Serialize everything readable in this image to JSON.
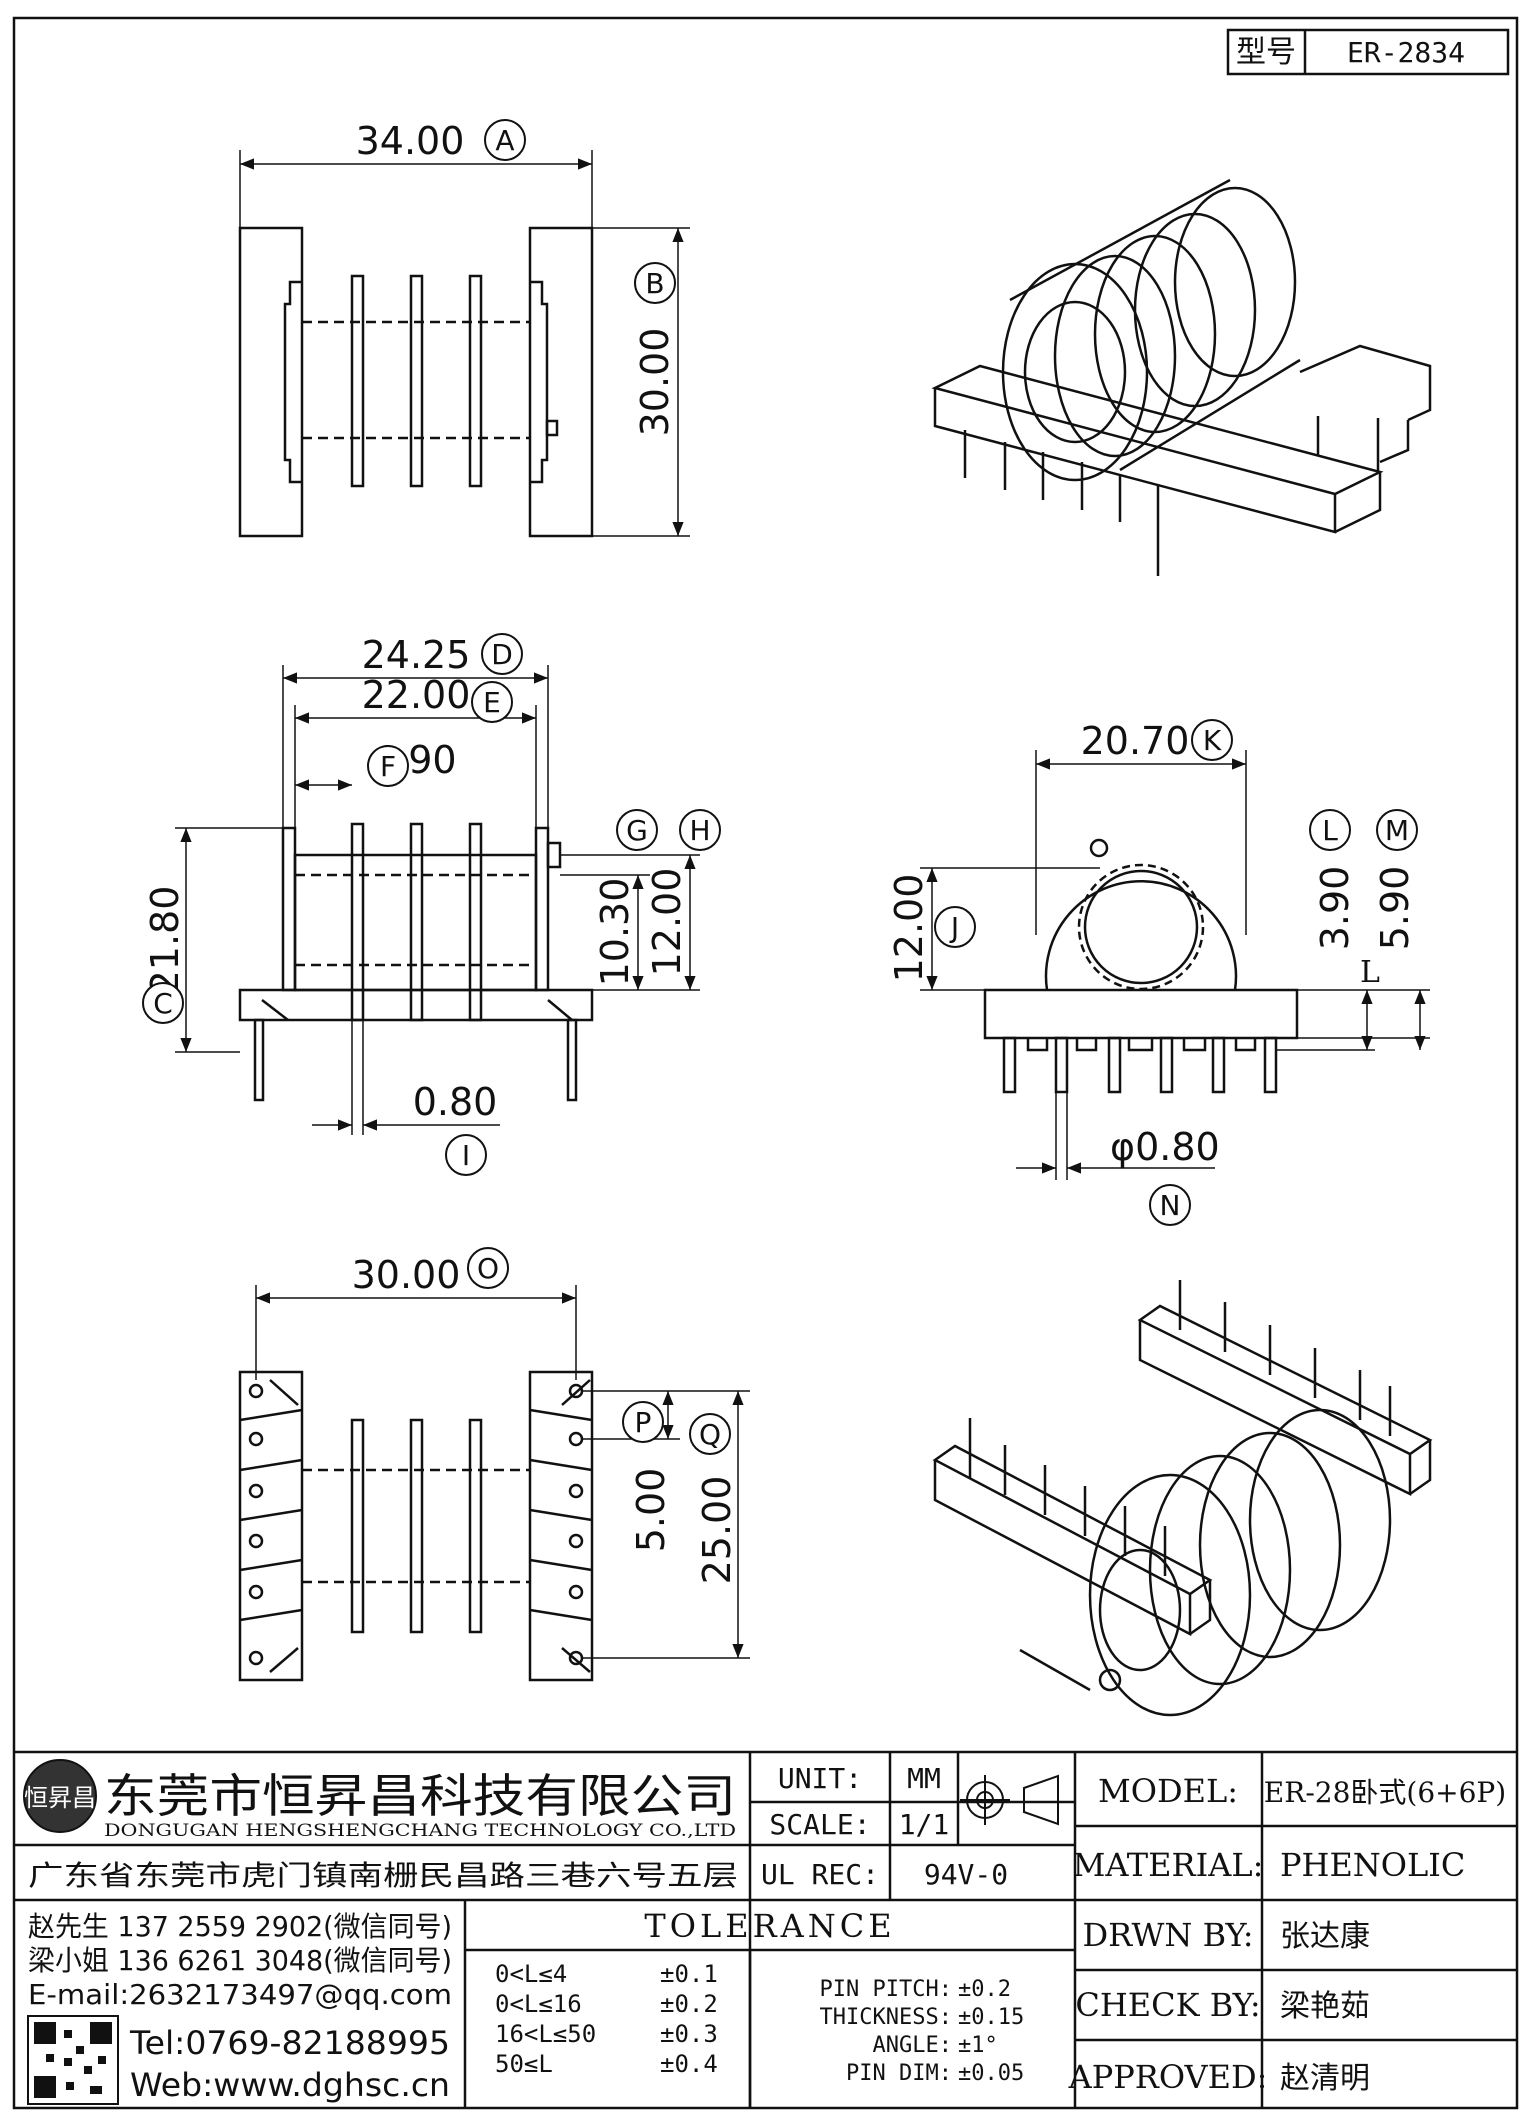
{
  "header": {
    "model_label": "型号",
    "model_value": "ER-2834"
  },
  "views": {
    "top": {
      "dims": {
        "A": "34.00",
        "B": "30.00"
      }
    },
    "front": {
      "dims": {
        "D": "24.25",
        "E": "22.00",
        "F": "4.90",
        "C": "21.80",
        "G": "10.30",
        "H": "12.00",
        "I": "0.80"
      }
    },
    "side": {
      "dims": {
        "K": "20.70",
        "J": "12.00",
        "L": "3.90",
        "M": "5.90",
        "N": "φ0.80"
      },
      "note": "L"
    },
    "bottom": {
      "dims": {
        "O": "30.00",
        "P": "5.00",
        "Q": "25.00"
      }
    }
  },
  "markers": [
    "A",
    "B",
    "C",
    "D",
    "E",
    "F",
    "G",
    "H",
    "I",
    "J",
    "K",
    "L",
    "M",
    "N",
    "O",
    "P",
    "Q"
  ],
  "title_block": {
    "company_cn": "东莞市恒昇昌科技有限公司",
    "company_en": "DONGUGAN HENGSHENGCHANG TECHNOLOGY CO.,LTD",
    "logo_text": "恒昇昌",
    "address": "广东省东莞市虎门镇南栅民昌路三巷六号五层",
    "unit_label": "UNIT:",
    "unit_value": "MM",
    "scale_label": "SCALE:",
    "scale_value": "1/1",
    "ulrec_label": "UL REC:",
    "ulrec_value": "94V-0",
    "model_label": "MODEL:",
    "model_value": "ER-28卧式(6+6P)",
    "material_label": "MATERIAL:",
    "material_value": "PHENOLIC",
    "drwn_label": "DRWN BY:",
    "drwn_value": "张达康",
    "check_label": "CHECK BY:",
    "check_value": "梁艳茹",
    "approved_label": "APPROVED:",
    "approved_value": "赵清明",
    "contacts": [
      "赵先生 137 2559 2902(微信同号)",
      "梁小姐 136 6261 3048(微信同号)",
      "E-mail:2632173497@qq.com"
    ],
    "tel": "Tel:0769-82188995",
    "web": "Web:www.dghsc.cn",
    "tolerance_title": "TOLERANCE",
    "tolerance_rows": [
      {
        "range": "0<L≤4",
        "value": "±0.1"
      },
      {
        "range": "0<L≤16",
        "value": "±0.2"
      },
      {
        "range": "16<L≤50",
        "value": "±0.3"
      },
      {
        "range": "50≤L",
        "value": "±0.4"
      }
    ],
    "pin_rows": [
      {
        "label": "PIN PITCH:",
        "value": "±0.2"
      },
      {
        "label": "THICKNESS:",
        "value": "±0.15"
      },
      {
        "label": "ANGLE:",
        "value": "±1°"
      },
      {
        "label": "PIN DIM:",
        "value": "±0.05"
      }
    ]
  },
  "colors": {
    "line": "#111111",
    "background": "#ffffff"
  }
}
